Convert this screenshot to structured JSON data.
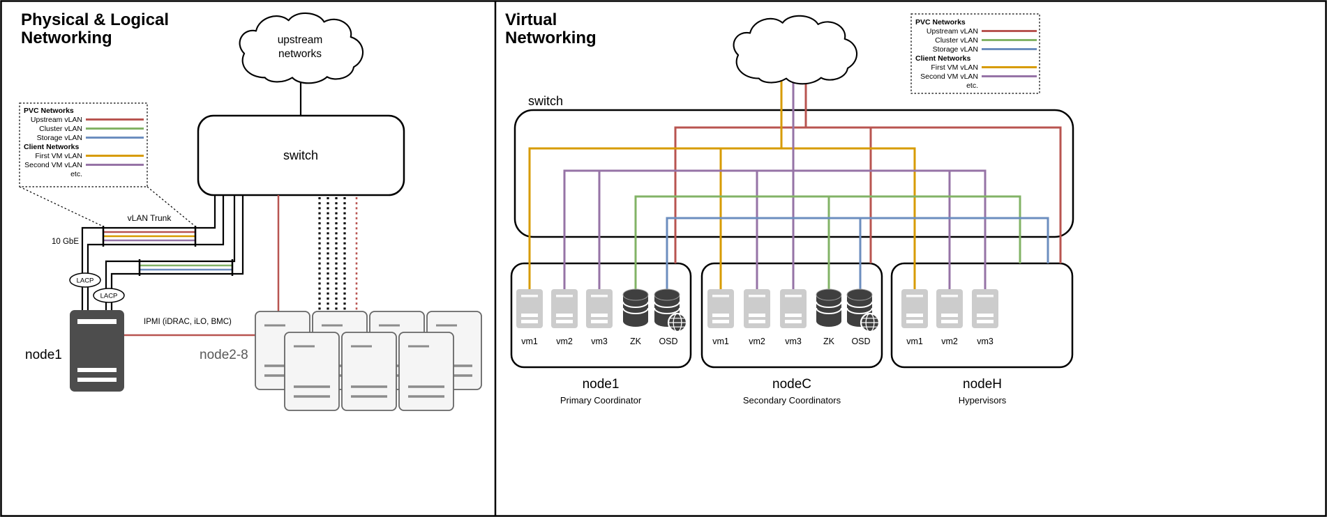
{
  "colors": {
    "upstream": "#b85450",
    "cluster": "#82b366",
    "storage": "#6c8ebf",
    "first_vm": "#d79b00",
    "second_vm": "#9673a6",
    "icon_gray": "#cccccc",
    "icon_dark": "#3f3f3f",
    "node_tower": "#4d4d4d",
    "server_fill": "#f5f5f5",
    "server_stroke": "#666666"
  },
  "legend": {
    "pvc_header": "PVC Networks",
    "client_header": "Client Networks",
    "etc_label": "etc.",
    "rows_pvc": [
      {
        "label": "Upstream vLAN",
        "color": "#b85450"
      },
      {
        "label": "Cluster vLAN",
        "color": "#82b366"
      },
      {
        "label": "Storage vLAN",
        "color": "#6c8ebf"
      }
    ],
    "rows_client": [
      {
        "label": "First VM vLAN",
        "color": "#d79b00"
      },
      {
        "label": "Second VM vLAN",
        "color": "#9673a6"
      }
    ]
  },
  "panels": {
    "left": {
      "title_line1": "Physical & Logical",
      "title_line2": "Networking",
      "cloud_line1": "upstream",
      "cloud_line2": "networks",
      "switch_label": "switch",
      "vlan_trunk_label": "vLAN Trunk",
      "speed_label": "10 GbE",
      "lacp_label": "LACP",
      "ipmi_label": "IPMI (iDRAC, iLO, BMC)",
      "node1_label": "node1",
      "node2_8_label": "node2-8"
    },
    "right": {
      "title_line1": "Virtual",
      "title_line2": "Networking",
      "switch_label": "switch",
      "nodes": [
        {
          "name": "node1",
          "role": "Primary Coordinator",
          "vms": [
            "vm1",
            "vm2",
            "vm3"
          ],
          "services": [
            "ZK",
            "OSD"
          ]
        },
        {
          "name": "nodeC",
          "role": "Secondary Coordinators",
          "vms": [
            "vm1",
            "vm2",
            "vm3"
          ],
          "services": [
            "ZK",
            "OSD"
          ]
        },
        {
          "name": "nodeH",
          "role": "Hypervisors",
          "vms": [
            "vm1",
            "vm2",
            "vm3"
          ],
          "services": []
        }
      ]
    }
  }
}
